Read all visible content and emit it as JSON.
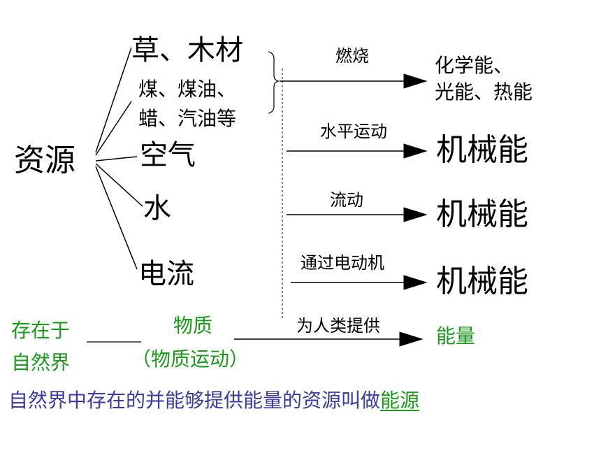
{
  "root": "资源",
  "sources": {
    "grass_wood": "草、木材",
    "coal_line1": "煤、煤油、",
    "coal_line2": "蜡、汽油等",
    "air": "空气",
    "water": "水",
    "current": "电流"
  },
  "processes": {
    "burn": "燃烧",
    "horizontal": "水平运动",
    "flow": "流动",
    "motor": "通过电动机",
    "provide": "为人类提供"
  },
  "energies": {
    "chem_line1": "化学能、",
    "chem_line2": "光能、热能",
    "mech1": "机械能",
    "mech2": "机械能",
    "mech3": "机械能",
    "energy": "能量"
  },
  "bottom": {
    "exist_line1": "存在于",
    "exist_line2": "自然界",
    "matter": "物质",
    "matter_motion": "（物质运动）",
    "definition_prefix": "自然界中存在的并能够提供能量的资源叫做",
    "definition_term": "能源"
  },
  "colors": {
    "green": "#1a9a1a",
    "blue": "#3a3aa0",
    "black": "#000000"
  }
}
